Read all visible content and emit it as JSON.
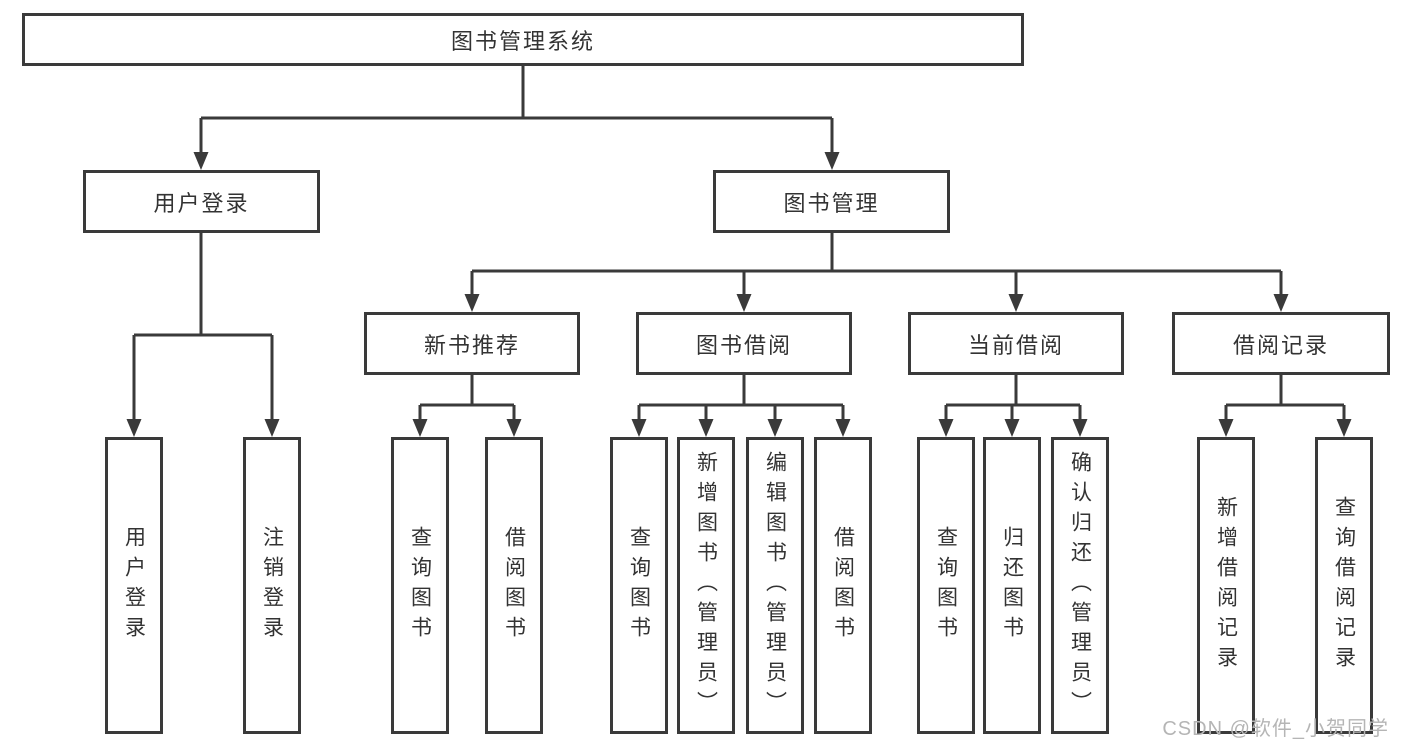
{
  "diagram": {
    "type": "hierarchy",
    "root": {
      "label": "图书管理系统"
    },
    "level2": [
      {
        "id": "user-login",
        "label": "用户登录"
      },
      {
        "id": "book-management",
        "label": "图书管理"
      }
    ],
    "level3": [
      {
        "id": "new-book-recommend",
        "label": "新书推荐",
        "parent": "图书管理"
      },
      {
        "id": "book-borrow",
        "label": "图书借阅",
        "parent": "图书管理"
      },
      {
        "id": "current-borrow",
        "label": "当前借阅",
        "parent": "图书管理"
      },
      {
        "id": "borrow-records",
        "label": "借阅记录",
        "parent": "图书管理"
      }
    ],
    "leaves": [
      {
        "label": "用户登录",
        "parent": "用户登录"
      },
      {
        "label": "注销登录",
        "parent": "用户登录"
      },
      {
        "label": "查询图书",
        "parent": "新书推荐"
      },
      {
        "label": "借阅图书",
        "parent": "新书推荐"
      },
      {
        "label": "查询图书",
        "parent": "图书借阅"
      },
      {
        "label": "新增图书（管理员）",
        "parent": "图书借阅"
      },
      {
        "label": "编辑图书（管理员）",
        "parent": "图书借阅"
      },
      {
        "label": "借阅图书",
        "parent": "图书借阅"
      },
      {
        "label": "查询图书",
        "parent": "当前借阅"
      },
      {
        "label": "归还图书",
        "parent": "当前借阅"
      },
      {
        "label": "确认归还（管理员）",
        "parent": "当前借阅"
      },
      {
        "label": "新增借阅记录",
        "parent": "借阅记录"
      },
      {
        "label": "查询借阅记录",
        "parent": "借阅记录"
      }
    ],
    "colors": {
      "line": "#3a3a3a",
      "box_border": "#3a3a3a",
      "text": "#333333",
      "background": "#ffffff"
    }
  },
  "watermark": {
    "text": "CSDN @软件_小贺同学",
    "color": "#b5b5b5"
  }
}
